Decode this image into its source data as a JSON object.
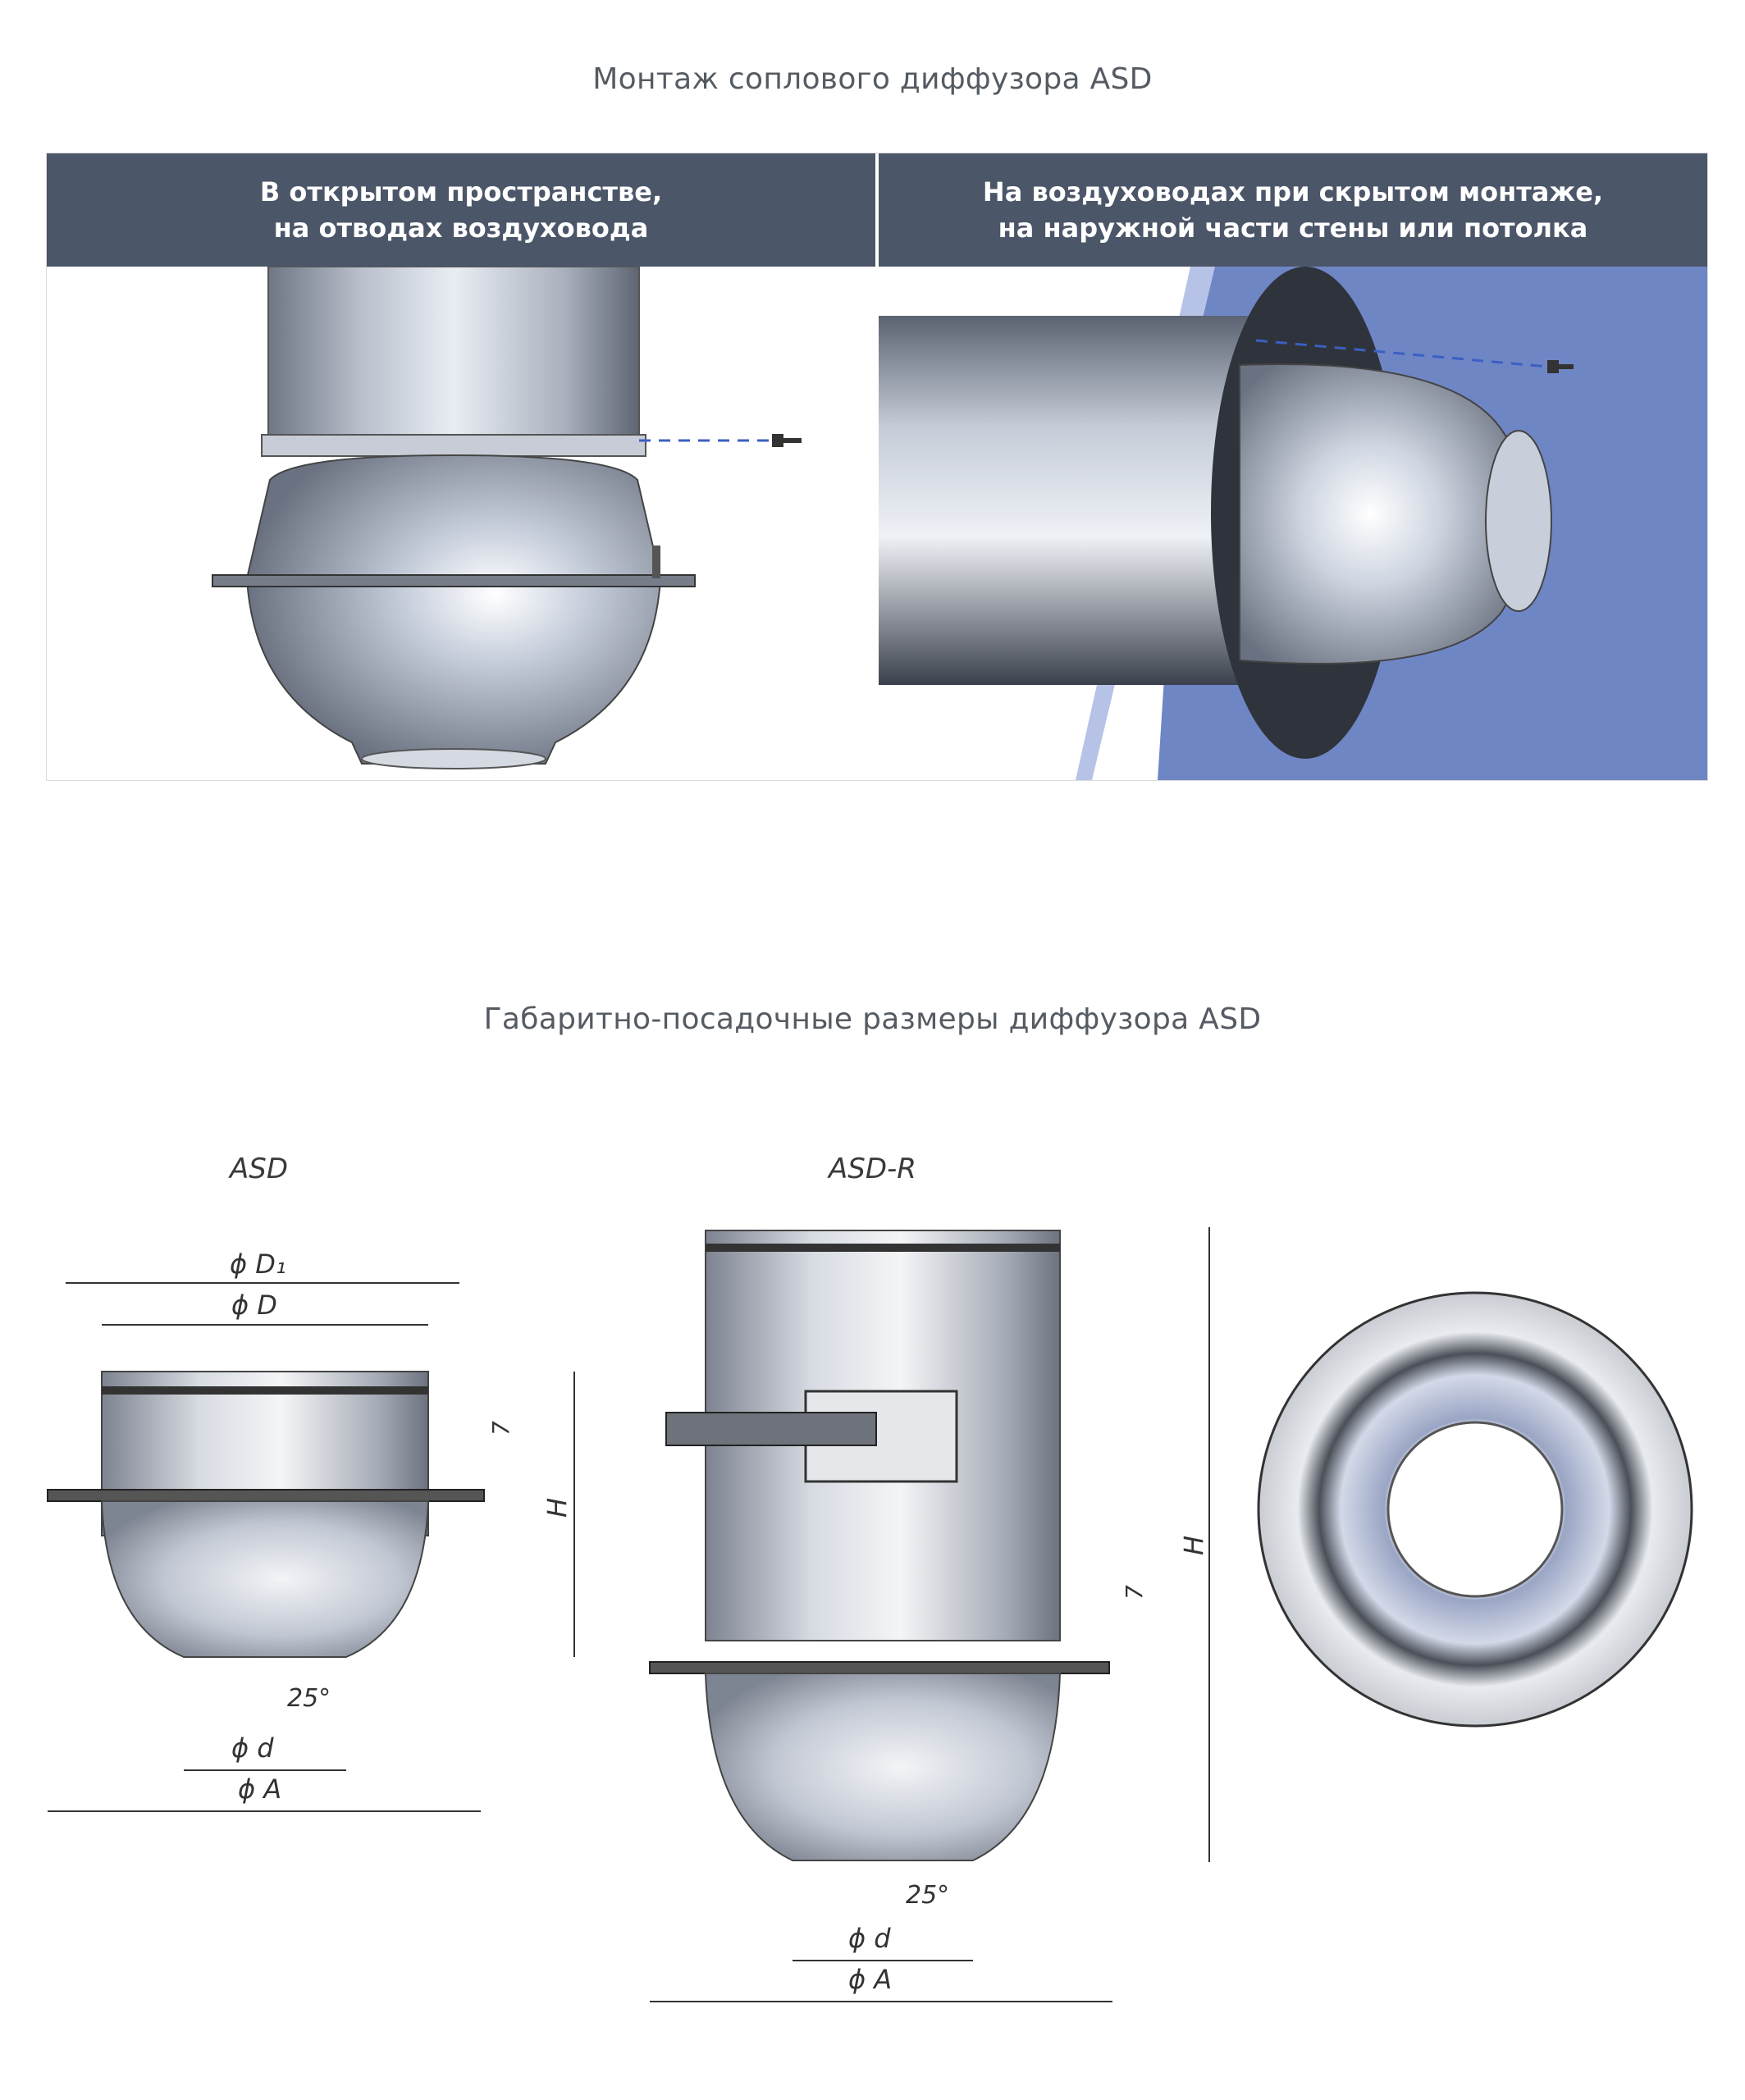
{
  "section1": {
    "title": "Монтаж  соплового диффузора ASD",
    "left_header_line1": "В открытом пространстве,",
    "left_header_line2": "на отводах воздуховода",
    "right_header_line1": "На воздуховодах при скрытом монтаже,",
    "right_header_line2": "на наружной части стены или потолка"
  },
  "section2": {
    "title": "Габаритно-посадочные размеры диффузора ASD",
    "asd_label": "ASD",
    "asdr_label": "ASD-R",
    "dims": {
      "d1": "ϕ D₁",
      "d": "ϕ D",
      "small_d": "ϕ d",
      "a": "ϕ A",
      "h": "H",
      "seven": "7",
      "angle": "25°"
    }
  },
  "colors": {
    "header_bg": "#4c5669",
    "wall_blue": "#6f86c5",
    "title_text": "#555b63"
  }
}
